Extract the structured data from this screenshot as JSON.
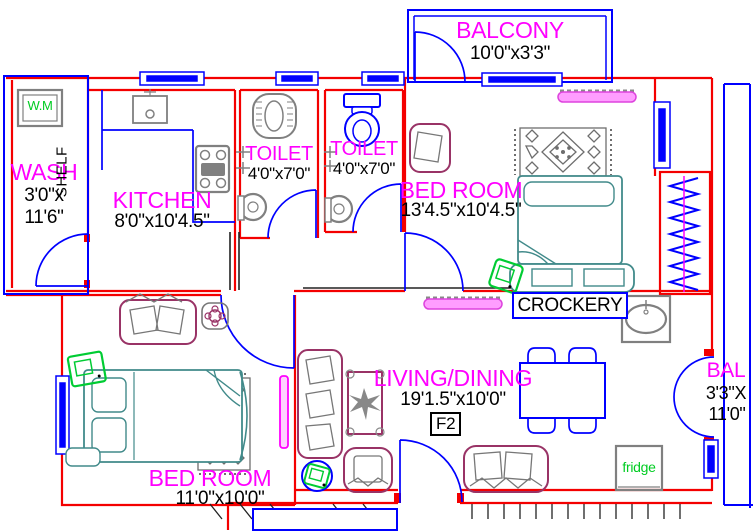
{
  "drawing": {
    "type": "apartment-floor-plan",
    "flat_no": "F2",
    "colors": {
      "wall_red": "#f40000",
      "fixture_blue": "#0000ff",
      "label_magenta": "#ff00ff",
      "appliance_green": "#00cc22",
      "dimension_black": "#000000",
      "furniture_teal": "#418a8a",
      "furniture_maroon": "#993366",
      "fixture_gray": "#808080"
    }
  },
  "rooms": {
    "balcony_top": {
      "name": "BALCONY",
      "dims": "10'0\"x3'3\""
    },
    "wash": {
      "name": "WASH",
      "dim_line1": "3'0\"x",
      "dim_line2": "11'6\""
    },
    "kitchen": {
      "name": "KITCHEN",
      "dims": "8'0\"x10'4.5\"",
      "shelf_label": "SHELF"
    },
    "toilet_1": {
      "name": "TOILET",
      "dims": "4'0\"x7'0\""
    },
    "toilet_2": {
      "name": "TOILET",
      "dims": "4'0\"x7'0\""
    },
    "bedroom_top": {
      "name": "BED ROOM",
      "dims": "13'4.5\"x10'4.5\""
    },
    "crockery": {
      "name": "CROCKERY"
    },
    "living_dining": {
      "name": "LIVING/DINING",
      "dims": "19'1.5\"x10'0\"",
      "flat_label": "F2"
    },
    "bedroom_bottom": {
      "name": "BED ROOM",
      "dims": "11'0\"x10'0\""
    },
    "balcony_right": {
      "name": "BAL",
      "dim_line1": "3'3\"X",
      "dim_line2": "11'0\""
    }
  },
  "appliances": {
    "washing_machine": "W.M",
    "fridge": "fridge"
  }
}
